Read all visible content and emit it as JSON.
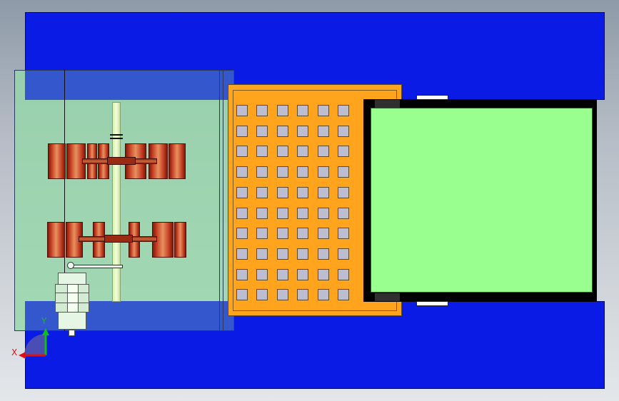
{
  "colors": {
    "background_top": "#8e9aa8",
    "mold_plate": "#0a1be6",
    "transparent_housing": "#8fd3a0",
    "grid_plate": "#ffa41c",
    "grid_hole": "#bdbdd2",
    "cavity": "#99ff8f",
    "cavity_frame": "#000000",
    "roller": "#c13a20",
    "axis_x": "#e01010",
    "axis_y": "#10c010"
  },
  "triad": {
    "x_label": "X",
    "y_label": "Y"
  },
  "grid": {
    "rows": 10,
    "cols": 6
  }
}
